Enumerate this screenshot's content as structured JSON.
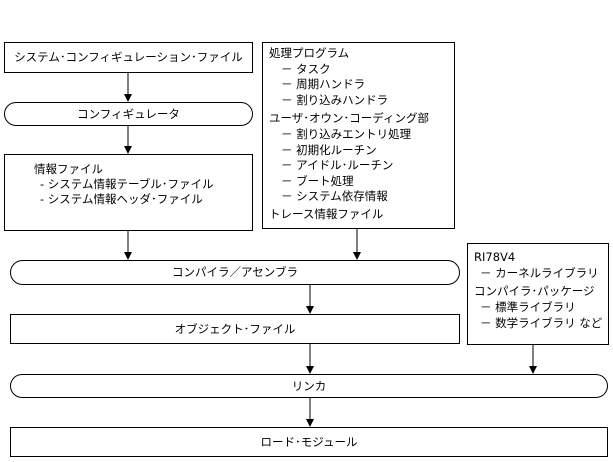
{
  "nodes": {
    "system_config_file": "システム･コンフィギュレーション･ファイル",
    "configurator": "コンフィギュレータ",
    "info_file": {
      "title": "情報ファイル",
      "items": [
        "- システム情報テーブル･ファイル",
        "- システム情報ヘッダ･ファイル"
      ]
    },
    "processing_programs": {
      "title": "処理プログラム",
      "items": [
        "－ タスク",
        "－ 周期ハンドラ",
        "－ 割り込みハンドラ"
      ],
      "user_own_title": "ユーザ･オウン･コーディング部",
      "user_own_items": [
        "－ 割り込みエントリ処理",
        "－ 初期化ルーチン",
        "－ アイドル･ルーチン",
        "－ ブート処理",
        "－ システム依存情報"
      ],
      "trace_file": "トレース情報ファイル"
    },
    "compiler_assembler": "コンパイラ／アセンブラ",
    "libraries": {
      "title": "RI78V4",
      "items": [
        "－ カーネルライブラリ"
      ],
      "package_title": "コンパイラ･パッケージ",
      "package_items": [
        "－ 標準ライブラリ",
        "－ 数学ライブラリ など"
      ]
    },
    "object_file": "オブジェクト･ファイル",
    "linker": "リンカ",
    "load_module": "ロード･モジュール"
  }
}
